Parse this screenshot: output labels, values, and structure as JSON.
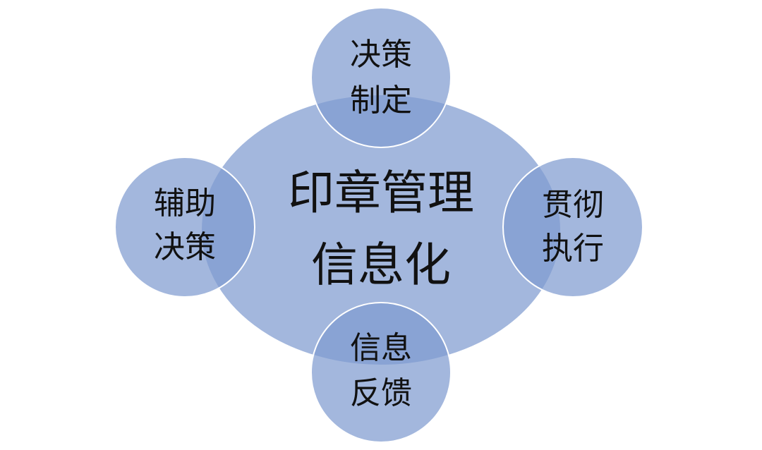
{
  "diagram": {
    "center": {
      "line1": "印章管理",
      "line2": "信息化"
    },
    "nodes": [
      {
        "id": "top",
        "line1": "决策",
        "line2": "制定"
      },
      {
        "id": "right",
        "line1": "贯彻",
        "line2": "执行"
      },
      {
        "id": "bottom",
        "line1": "信息",
        "line2": "反馈"
      },
      {
        "id": "left",
        "line1": "辅助",
        "line2": "决策"
      }
    ],
    "colors": {
      "shape_fill": "#7f9bd0",
      "overlap_tint": "#6d8ed0",
      "outline": "#ffffff",
      "text": "#111111",
      "background": "#ffffff"
    }
  }
}
